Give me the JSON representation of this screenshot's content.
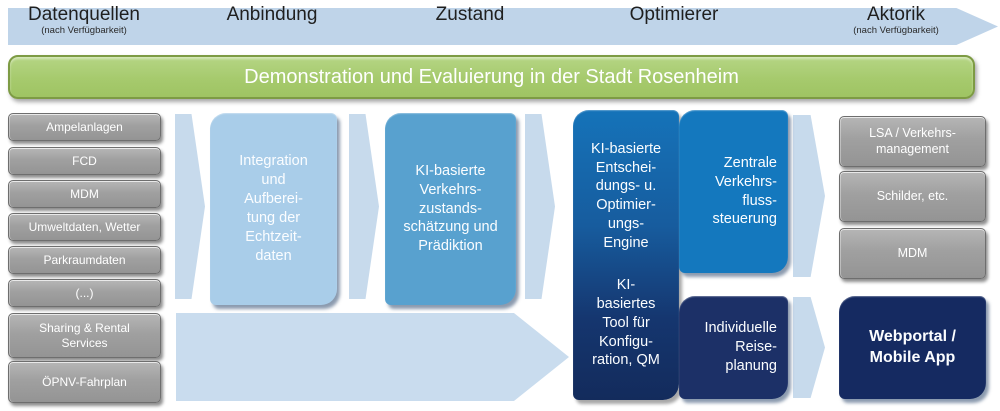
{
  "header": {
    "stages": [
      {
        "label": "Datenquellen",
        "sub": "(nach Verfügbarkeit)"
      },
      {
        "label": "Anbindung",
        "sub": ""
      },
      {
        "label": "Zustand",
        "sub": ""
      },
      {
        "label": "Optimierer",
        "sub": ""
      },
      {
        "label": "Aktorik",
        "sub": "(nach Verfügbarkeit)"
      }
    ]
  },
  "banner": {
    "title": "Demonstration und Evaluierung in der Stadt Rosenheim"
  },
  "sources": {
    "items": [
      "Ampelanlagen",
      "FCD",
      "MDM",
      "Umweltdaten, Wetter",
      "Parkraumdaten",
      "(...)"
    ],
    "bottom_items": [
      "Sharing & Rental\nServices",
      "ÖPNV-Fahrplan"
    ]
  },
  "pipeline": {
    "integration": "Integration\nund\nAufberei-\ntung der\nEchtzeit-\ndaten",
    "state_estimation": "KI-basierte\nVerkehrs-\nzustands-\nschätzung und\nPrädiktion",
    "optimizer_engine": "KI-basierte\nEntschei-\ndungs- u.\nOptimier-\nungs-\nEngine",
    "optimizer_tool": "KI-\nbasiertes\nTool für\nKonfigu-\nration, QM",
    "central_flow_control": "Zentrale\nVerkehrs-\nfluss-\nsteuerung",
    "individual_planning": "Individuelle\nReise-\nplanung"
  },
  "actors": {
    "items": [
      "LSA / Verkehrs-\nmanagement",
      "Schilder, etc.",
      "MDM"
    ],
    "webportal": "Webportal /\nMobile App"
  },
  "palette": {
    "band_blue": "#bfd4e9",
    "arrow_blue": "#c7daec",
    "banner_green": "#a6ca6d",
    "banner_border_green": "#7d9b44",
    "light_blue_box": "#a9cde9",
    "mid_blue_box": "#58a1cf",
    "strong_blue_box": "#1478be",
    "navy_box": "#152a61",
    "gray_box": "#9e9e9e"
  }
}
